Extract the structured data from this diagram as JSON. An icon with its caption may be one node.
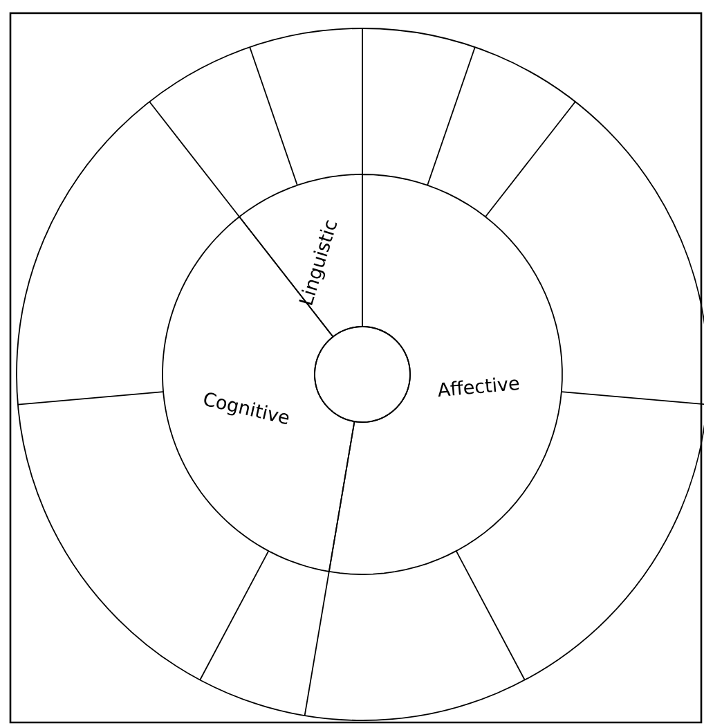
{
  "diagram": {
    "nodes": [
      {
        "text": [
          "Linguistic"
        ]
      },
      {
        "text": [
          "Cognitive"
        ]
      },
      {
        "text": [],
        "shape": "circle"
      },
      {
        "text": [
          "Affective"
        ]
      }
    ]
  }
}
